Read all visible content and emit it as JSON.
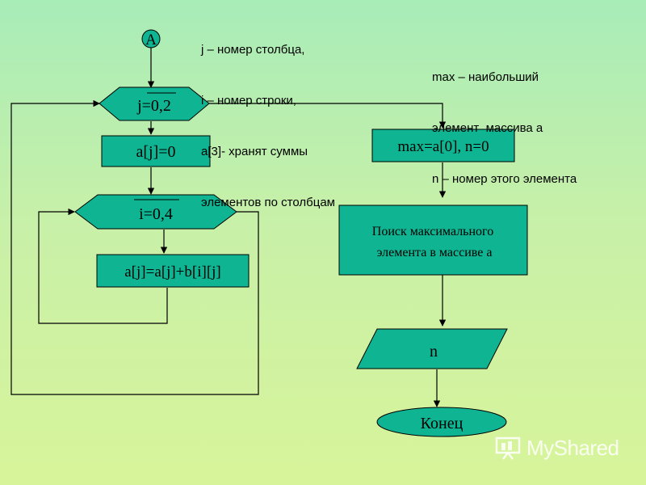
{
  "colors": {
    "shape_fill": "#0fb592",
    "stroke": "#000000"
  },
  "connector": {
    "label": "A"
  },
  "notes_left": [
    "j – номер столбца,",
    "i – номер строки,",
    "a[3]- хранят суммы",
    "элементов по столбцам"
  ],
  "notes_right": [
    "max – наибольший",
    "элемент  массива a",
    "n – номер этого элемента"
  ],
  "blocks": {
    "loop_j": "j=0,2",
    "assign_zero": "a[j]=0",
    "loop_i": "i=0,4",
    "sum": "a[j]=a[j]+b[i][j]",
    "init_max": "max=a[0], n=0",
    "search_line1": "Поиск максимального",
    "search_line2": "элемента в массиве a",
    "output": "n",
    "end": "Конец"
  },
  "watermark": {
    "text": "MyShared",
    "icon": "presentation-board-icon"
  }
}
